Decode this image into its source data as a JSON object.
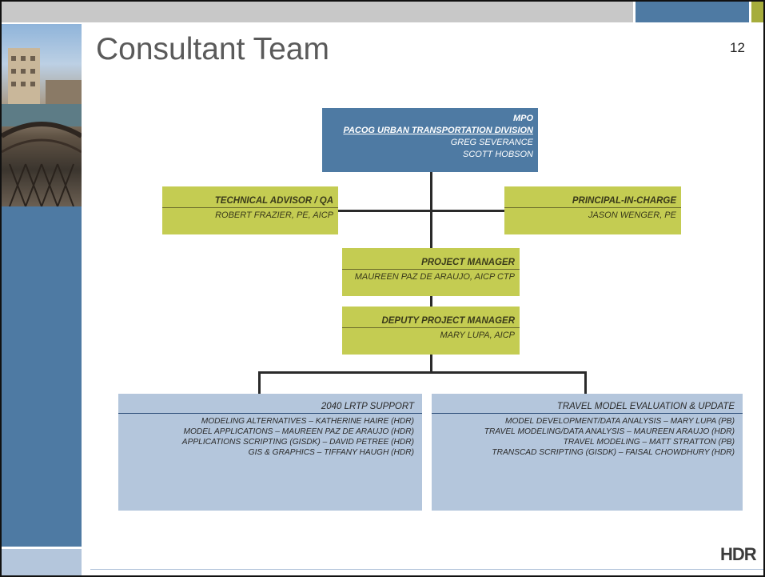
{
  "slide": {
    "title": "Consultant Team",
    "page_number": "12",
    "logo_text": "HDR"
  },
  "org_chart": {
    "mpo": {
      "line1": "MPO",
      "line2": "PACOG URBAN TRANSPORTATION DIVISION",
      "line3": "GREG SEVERANCE",
      "line4": "SCOTT HOBSON"
    },
    "technical_advisor": {
      "title": "TECHNICAL ADVISOR / QA",
      "name": "ROBERT FRAZIER, PE, AICP"
    },
    "principal_in_charge": {
      "title": "PRINCIPAL-IN-CHARGE",
      "name": "JASON WENGER, PE"
    },
    "project_manager": {
      "title": "PROJECT MANAGER",
      "name": "MAUREEN PAZ DE ARAUJO, AICP CTP"
    },
    "deputy_project_manager": {
      "title": "DEPUTY PROJECT MANAGER",
      "name": "MARY LUPA, AICP"
    },
    "lrtp_support": {
      "title": "2040 LRTP SUPPORT",
      "items": [
        "MODELING ALTERNATIVES – KATHERINE HAIRE (HDR)",
        "MODEL APPLICATIONS – MAUREEN PAZ DE ARAUJO (HDR)",
        "APPLICATIONS SCRIPTING (GISDK) – DAVID PETREE (HDR)",
        "GIS & GRAPHICS – TIFFANY HAUGH (HDR)"
      ]
    },
    "travel_model": {
      "title": "TRAVEL MODEL EVALUATION & UPDATE",
      "items": [
        "MODEL DEVELOPMENT/DATA ANALYSIS – MARY LUPA (PB)",
        "TRAVEL MODELING/DATA ANALYSIS – MAUREEN ARAUJO (HDR)",
        "TRAVEL MODELING – MATT STRATTON (PB)",
        "TRANSCAD SCRIPTING (GISDK) – FAISAL CHOWDHURY  (HDR)"
      ]
    }
  },
  "colors": {
    "accent_blue": "#4e7aa3",
    "accent_green": "#c4cc52",
    "light_blue": "#b4c6dc",
    "top_bar_grey": "#c8c8c8"
  }
}
